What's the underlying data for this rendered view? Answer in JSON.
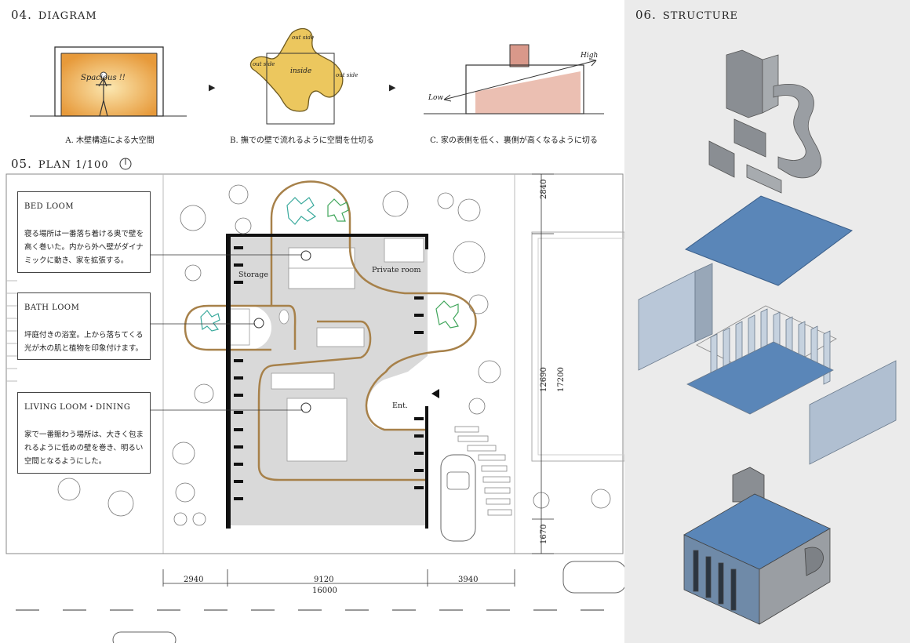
{
  "sections": {
    "diagram": {
      "number": "04.",
      "title": "DIAGRAM"
    },
    "plan": {
      "number": "05.",
      "title": "PLAN 1/100"
    },
    "structure": {
      "number": "06.",
      "title": "STRUCTURE"
    }
  },
  "diagrams": [
    {
      "caption": "A. 木壁構造による大空間",
      "sketch_text": "Spacious !!"
    },
    {
      "caption": "B. 撫での壁で流れるように空間を仕切る",
      "sketch_labels": [
        "out side",
        "out side",
        "inside",
        "out side"
      ]
    },
    {
      "caption": "C. 家の表側を低く、裏側が高くなるように切る",
      "sketch_labels": [
        "High",
        "Low"
      ]
    }
  ],
  "notes": [
    {
      "title": "BED LOOM",
      "text": "寝る場所は一番落ち着ける奥で壁を高く巻いた。内から外へ壁がダイナミックに動き、家を拡張する。"
    },
    {
      "title": "BATH LOOM",
      "text": "坪庭付きの浴室。上から落ちてくる光が木の肌と植物を印象付けます。"
    },
    {
      "title": "LIVING LOOM・DINING",
      "text": "家で一番賑わう場所は、大きく包まれるように低めの壁を巻き、明るい空間となるようにした。"
    }
  ],
  "rooms": {
    "storage": "Storage",
    "private": "Private room",
    "entrance": "Ent."
  },
  "dimensions": {
    "bottom": [
      "2940",
      "9120",
      "3940"
    ],
    "bottom_total": "16000",
    "right": [
      "2840",
      "12690",
      "1670"
    ],
    "right_total": "17200"
  },
  "colors": {
    "wall_wood": "#a7814a",
    "floor": "#d9d9d9",
    "panel_bg": "#ebebeb",
    "roof_blue": "#5a86b8",
    "sketch_yellow": "#f2c45a"
  }
}
